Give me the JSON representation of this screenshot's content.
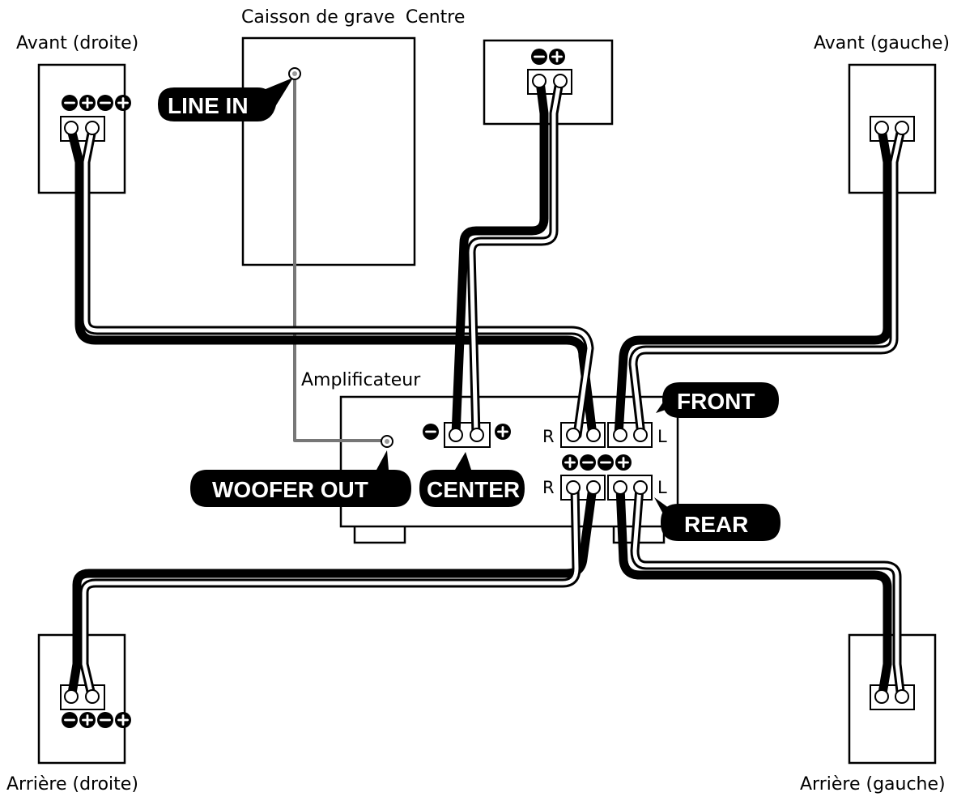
{
  "labels": {
    "front_right": "Avant (droite)",
    "front_left": "Avant (gauche)",
    "rear_right": "Arrière (droite)",
    "rear_left": "Arrière (gauche)",
    "subwoofer": "Caisson de grave",
    "center": "Centre",
    "amplifier": "Amplificateur"
  },
  "callouts": {
    "line_in": "LINE IN",
    "woofer_out": "WOOFER OUT",
    "center": "CENTER",
    "front": "FRONT",
    "rear": "REAR"
  },
  "channels": {
    "right": "R",
    "left": "L"
  },
  "colors": {
    "wire_negative": "#000000",
    "wire_positive": "#ffffff",
    "signal_cable": "#777777"
  }
}
